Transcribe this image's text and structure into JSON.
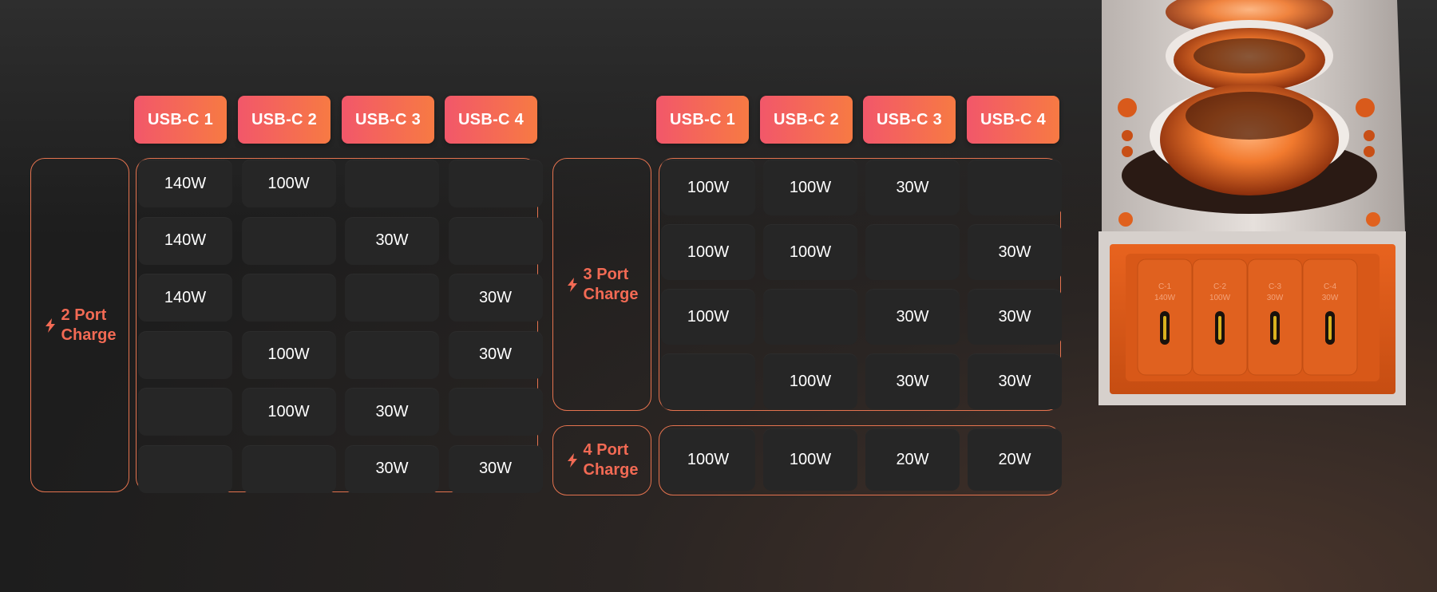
{
  "left_table": {
    "ports": [
      "USB-C 1",
      "USB-C 2",
      "USB-C 3",
      "USB-C 4"
    ],
    "label": [
      "2 Port",
      "Charge"
    ],
    "rows": [
      [
        "140W",
        "100W",
        "",
        ""
      ],
      [
        "140W",
        "",
        "30W",
        ""
      ],
      [
        "140W",
        "",
        "",
        "30W"
      ],
      [
        "",
        "100W",
        "",
        "30W"
      ],
      [
        "",
        "100W",
        "30W",
        ""
      ],
      [
        "",
        "",
        "30W",
        "30W"
      ]
    ]
  },
  "right_table": {
    "ports": [
      "USB-C 1",
      "USB-C 2",
      "USB-C 3",
      "USB-C 4"
    ],
    "three_port": {
      "label": [
        "3 Port",
        "Charge"
      ],
      "rows": [
        [
          "100W",
          "100W",
          "30W",
          ""
        ],
        [
          "100W",
          "100W",
          "",
          "30W"
        ],
        [
          "100W",
          "",
          "30W",
          "30W"
        ],
        [
          "",
          "100W",
          "30W",
          "30W"
        ]
      ]
    },
    "four_port": {
      "label": [
        "4 Port",
        "Charge"
      ],
      "rows": [
        [
          "100W",
          "100W",
          "20W",
          "20W"
        ]
      ]
    }
  },
  "device": {
    "port_labels": [
      "C-1",
      "C-2",
      "C-3",
      "C-4"
    ],
    "port_watts": [
      "140W",
      "100W",
      "30W",
      "30W"
    ],
    "accent_color": "#f26a54",
    "orange_color": "#e8611c"
  }
}
